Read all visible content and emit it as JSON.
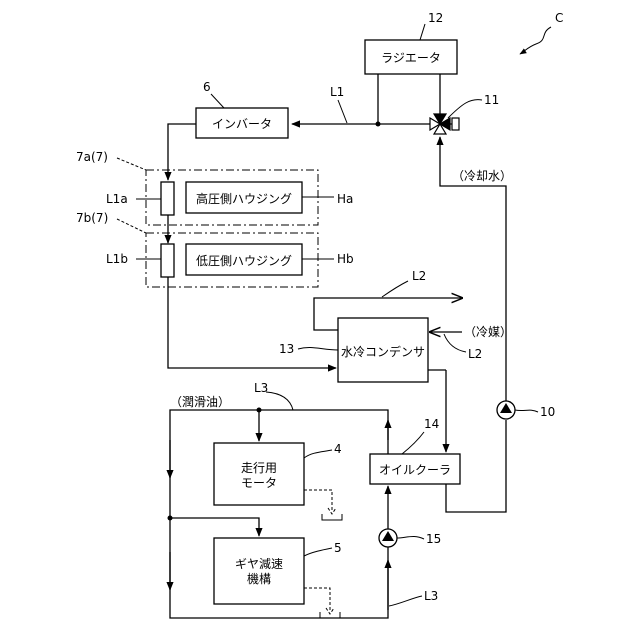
{
  "figure_label": "C",
  "components": {
    "radiator": {
      "label": "ラジエータ",
      "ref": "12"
    },
    "inverter": {
      "label": "インバータ",
      "ref": "6"
    },
    "valve": {
      "ref": "11"
    },
    "hp_housing": {
      "label": "高圧側ハウジング",
      "ref": "Ha",
      "group_ref": "7a(7)",
      "line_ref": "L1a"
    },
    "lp_housing": {
      "label": "低圧側ハウジング",
      "ref": "Hb",
      "group_ref": "7b(7)",
      "line_ref": "L1b"
    },
    "condenser": {
      "label": "水冷コンデンサ",
      "ref": "13"
    },
    "oil_cooler": {
      "label": "オイルクーラ",
      "ref": "14"
    },
    "motor": {
      "label_line1": "走行用",
      "label_line2": "モータ",
      "ref": "4"
    },
    "gear": {
      "label_line1": "ギヤ減速",
      "label_line2": "機構",
      "ref": "5"
    },
    "pump_water": {
      "ref": "10"
    },
    "pump_oil": {
      "ref": "15"
    }
  },
  "lines": {
    "l1": "L1",
    "l2_top": "L2",
    "l2_bottom": "L2",
    "l3_top": "L3",
    "l3_bottom": "L3"
  },
  "media": {
    "coolant": "（冷却水）",
    "refrigerant": "（冷媒）",
    "lubricant": "（潤滑油）"
  }
}
